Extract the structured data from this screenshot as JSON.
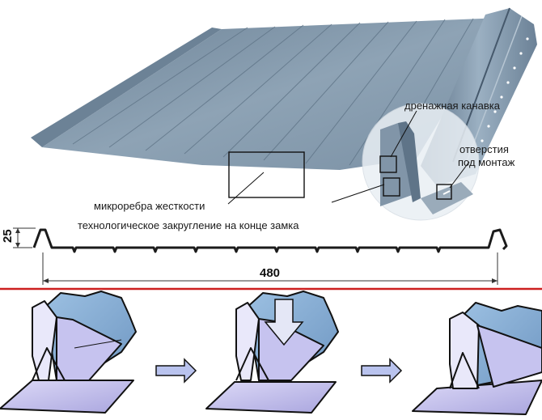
{
  "labels": {
    "drainage_groove": "дренажная канавка",
    "mount_holes_line1": "отверстия",
    "mount_holes_line2": "под монтаж",
    "stiffening_ribs": "микроребра жесткости",
    "lock_rounding": "технологическое закругление на конце замка"
  },
  "dimensions": {
    "height": "25",
    "width": "480"
  },
  "colors": {
    "panel": "#7f95a8",
    "panel_dark": "#5d7288",
    "seam_blue": "#8fb2d4",
    "seam_violet": "#c9c6ef",
    "divider": "#cc1f1f",
    "arrow": "#b9c3ee"
  }
}
